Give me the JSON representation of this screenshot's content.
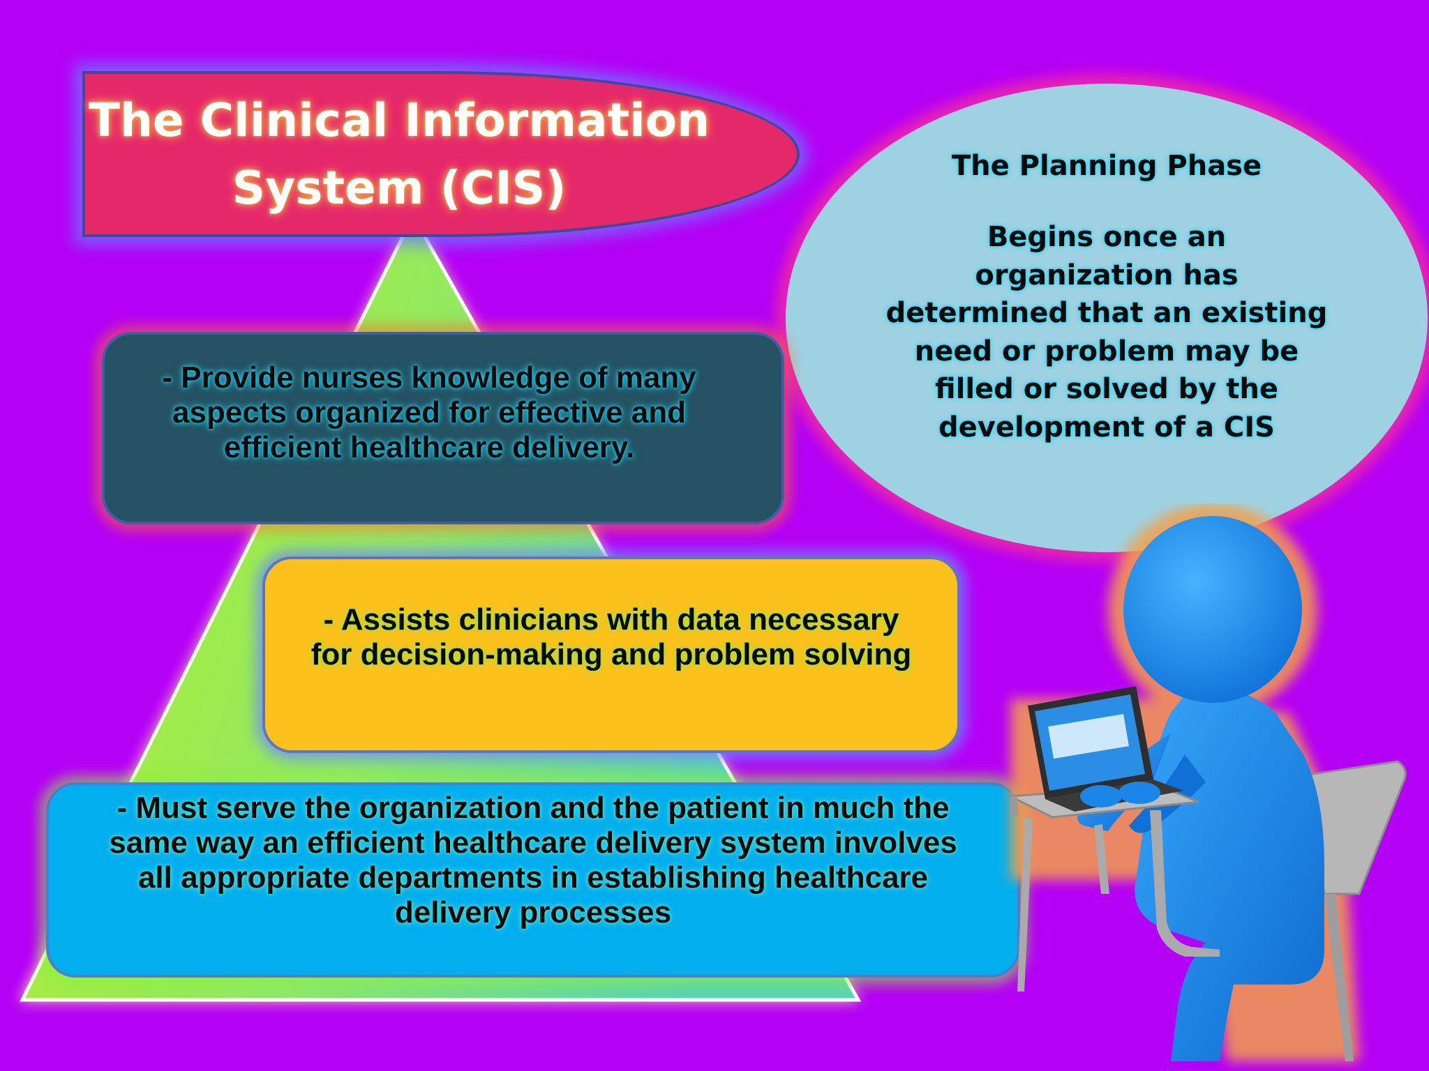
{
  "title": {
    "line1": "The Clinical Information",
    "line2": "System (CIS)"
  },
  "planning": {
    "heading": "The Planning Phase",
    "body_lines": [
      "Begins once an",
      "organization has",
      "determined that an existing",
      "need or problem may be",
      "filled or solved by the",
      "development of a CIS"
    ]
  },
  "boxes": [
    {
      "lines": [
        "- Provide nurses knowledge of many",
        "aspects organized for effective and",
        "efficient healthcare delivery."
      ]
    },
    {
      "lines": [
        "- Assists clinicians with data necessary",
        "for decision-making and problem solving"
      ]
    },
    {
      "lines": [
        "- Must serve the organization and the patient in much the",
        "same way an efficient healthcare delivery system involves",
        "all appropriate departments in establishing healthcare",
        "delivery processes"
      ]
    }
  ],
  "colors": {
    "background": "#b400f5",
    "title_banner": "#e5286a",
    "bubble": "#9ed2e2",
    "box_top": "#245262",
    "box_middle": "#fcc11c",
    "box_bottom": "#02aeed",
    "figure": "#1e8ff0"
  },
  "illustration": {
    "icon": "person-at-laptop-icon"
  }
}
